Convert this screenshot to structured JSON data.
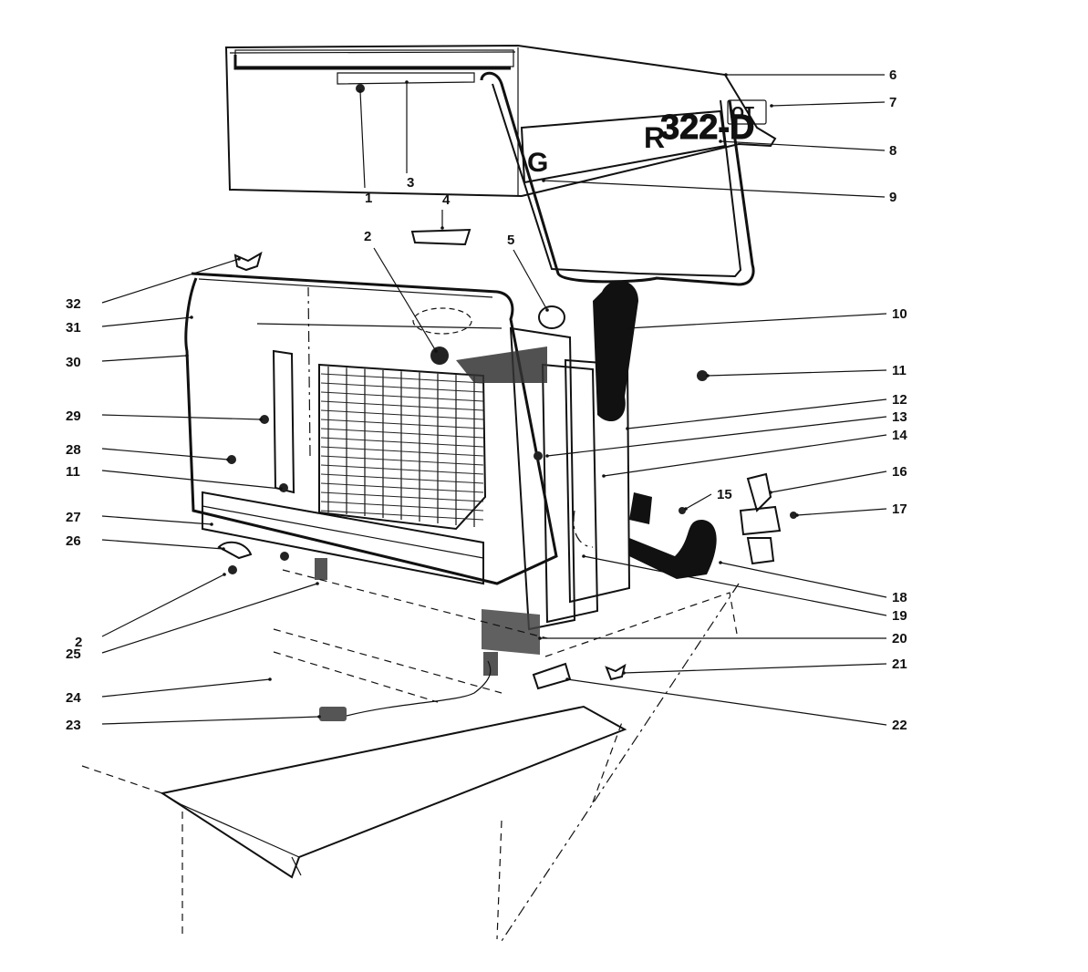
{
  "badge": {
    "left_letter": "G",
    "model_prefix": "R",
    "model_number": "322-D",
    "suffix": "OT"
  },
  "callouts": [
    {
      "id": "c1",
      "label": "1"
    },
    {
      "id": "c2a",
      "label": "2"
    },
    {
      "id": "c3",
      "label": "3"
    },
    {
      "id": "c4",
      "label": "4"
    },
    {
      "id": "c5",
      "label": "5"
    },
    {
      "id": "c6",
      "label": "6"
    },
    {
      "id": "c7",
      "label": "7"
    },
    {
      "id": "c8",
      "label": "8"
    },
    {
      "id": "c9",
      "label": "9"
    },
    {
      "id": "c10",
      "label": "10"
    },
    {
      "id": "c11a",
      "label": "11"
    },
    {
      "id": "c12",
      "label": "12"
    },
    {
      "id": "c13",
      "label": "13"
    },
    {
      "id": "c14",
      "label": "14"
    },
    {
      "id": "c15",
      "label": "15"
    },
    {
      "id": "c16",
      "label": "16"
    },
    {
      "id": "c17",
      "label": "17"
    },
    {
      "id": "c18",
      "label": "18"
    },
    {
      "id": "c19",
      "label": "19"
    },
    {
      "id": "c20",
      "label": "20"
    },
    {
      "id": "c21",
      "label": "21"
    },
    {
      "id": "c22",
      "label": "22"
    },
    {
      "id": "c23",
      "label": "23"
    },
    {
      "id": "c24",
      "label": "24"
    },
    {
      "id": "c25",
      "label": "25"
    },
    {
      "id": "c2b",
      "label": "2"
    },
    {
      "id": "c26",
      "label": "26"
    },
    {
      "id": "c27",
      "label": "27"
    },
    {
      "id": "c11b",
      "label": "11"
    },
    {
      "id": "c28",
      "label": "28"
    },
    {
      "id": "c29",
      "label": "29"
    },
    {
      "id": "c30",
      "label": "30"
    },
    {
      "id": "c31",
      "label": "31"
    },
    {
      "id": "c32",
      "label": "32"
    }
  ]
}
